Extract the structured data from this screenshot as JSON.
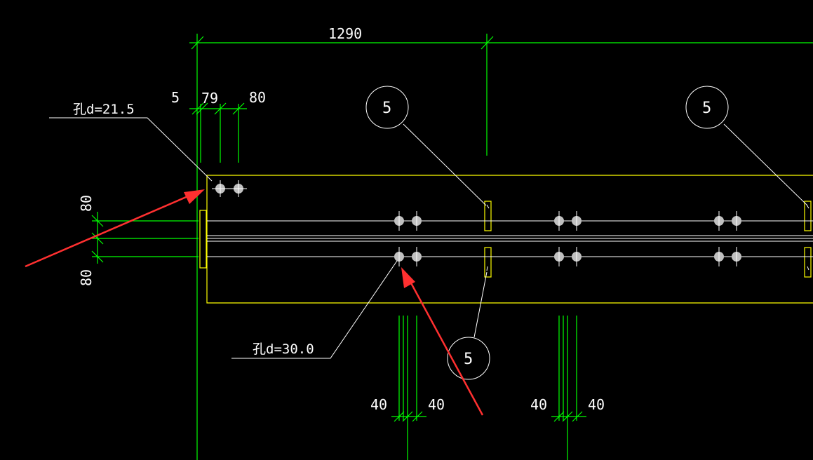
{
  "dimensions": {
    "top_span": "1290",
    "edge_5": "5",
    "gap_79": "79",
    "gap_80": "80",
    "left_80_upper": "80",
    "left_80_lower": "80",
    "bottom_40_a": "40",
    "bottom_40_b": "40",
    "bottom_40_c": "40",
    "bottom_40_d": "40"
  },
  "hole_labels": {
    "small_hole": "孔d=21.5",
    "large_hole": "孔d=30.0"
  },
  "callouts": {
    "top_mid": "5",
    "top_right": "5",
    "bottom_mid": "5"
  },
  "colors": {
    "background": "#000000",
    "dimension_lines": "#00ff00",
    "outline": "#ffff00",
    "bolt_lines": "#ffffff",
    "holes": "#c0c0c0",
    "annotation_arrows": "#ff3030"
  }
}
